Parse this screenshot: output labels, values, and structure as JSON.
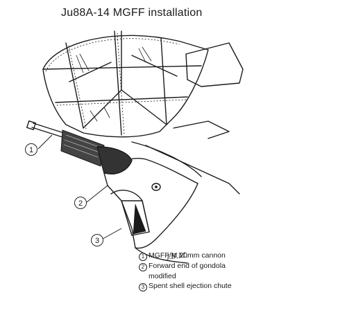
{
  "title": "Ju88A-14 MGFF installation",
  "callouts": [
    "1",
    "2",
    "3"
  ],
  "legend": [
    {
      "num": "1",
      "lines": [
        "MGFF/M 20mm cannon"
      ]
    },
    {
      "num": "2",
      "lines": [
        "Forward end of gondola",
        "modified"
      ]
    },
    {
      "num": "3",
      "lines": [
        "Spent shell ejection chute"
      ]
    }
  ],
  "signature": "J.B.M.",
  "icons": [
    "cannon-illustration",
    "cockpit-canopy-illustration",
    "gondola-illustration"
  ]
}
